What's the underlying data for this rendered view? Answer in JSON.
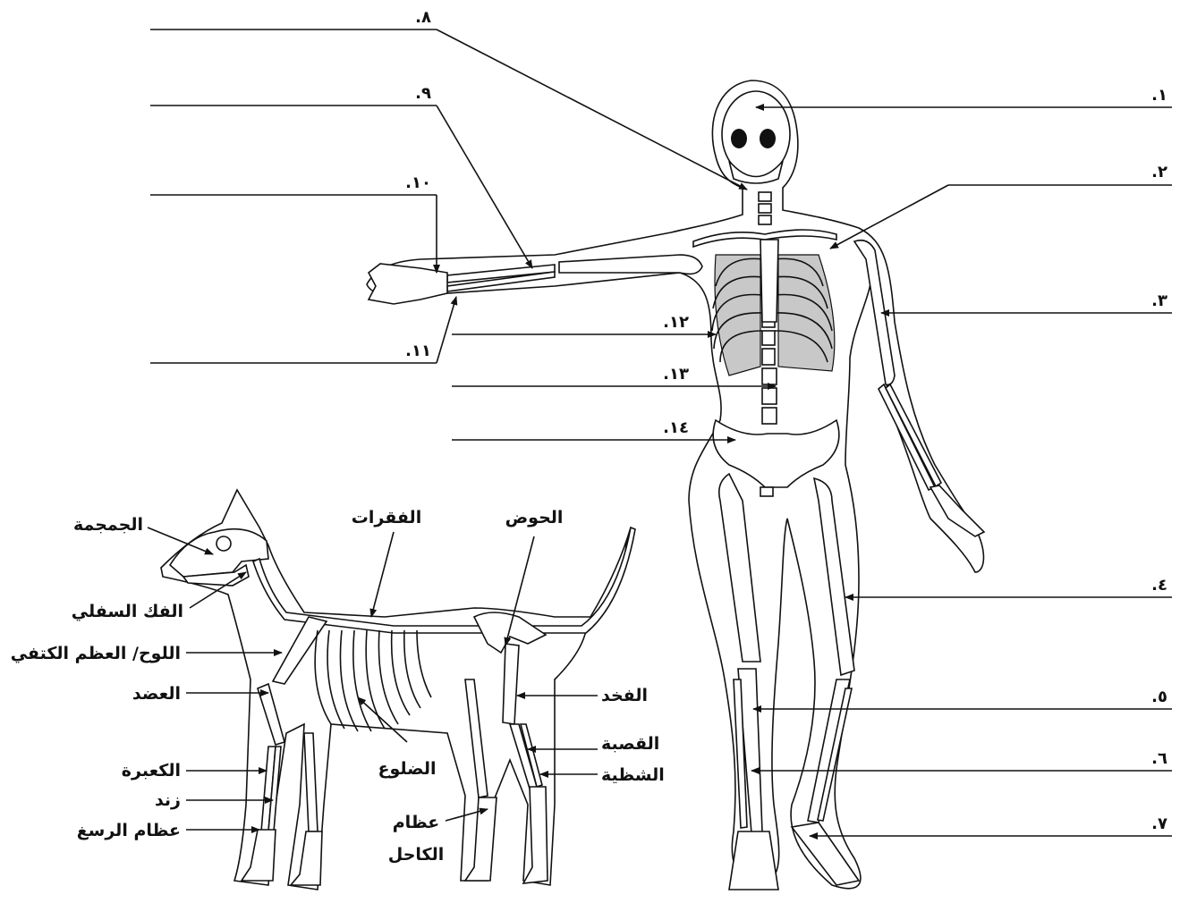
{
  "human_numbers": {
    "n1": ".١",
    "n2": ".٢",
    "n3": ".٣",
    "n4": ".٤",
    "n5": ".٥",
    "n6": ".٦",
    "n7": ".٧",
    "n8": ".٨",
    "n9": ".٩",
    "n10": ".١٠",
    "n11": ".١١",
    "n12": ".١٢",
    "n13": ".١٣",
    "n14": ".١٤"
  },
  "dog_labels": {
    "skull": "الجمجمة",
    "vertebrae": "الفقرات",
    "pelvis": "الحوض",
    "mandible": "الفك السفلي",
    "scapula": "اللوح/ العظم الكتفي",
    "humerus": "العضد",
    "femur": "الفخد",
    "tibia": "القصبة",
    "fibula": "الشظية",
    "radius": "الكعبرة",
    "ulna": "زند",
    "ribs": "الضلوع",
    "carpals": "عظام الرسغ",
    "tarsals_line1": "عظام",
    "tarsals_line2": "الكاحل"
  }
}
